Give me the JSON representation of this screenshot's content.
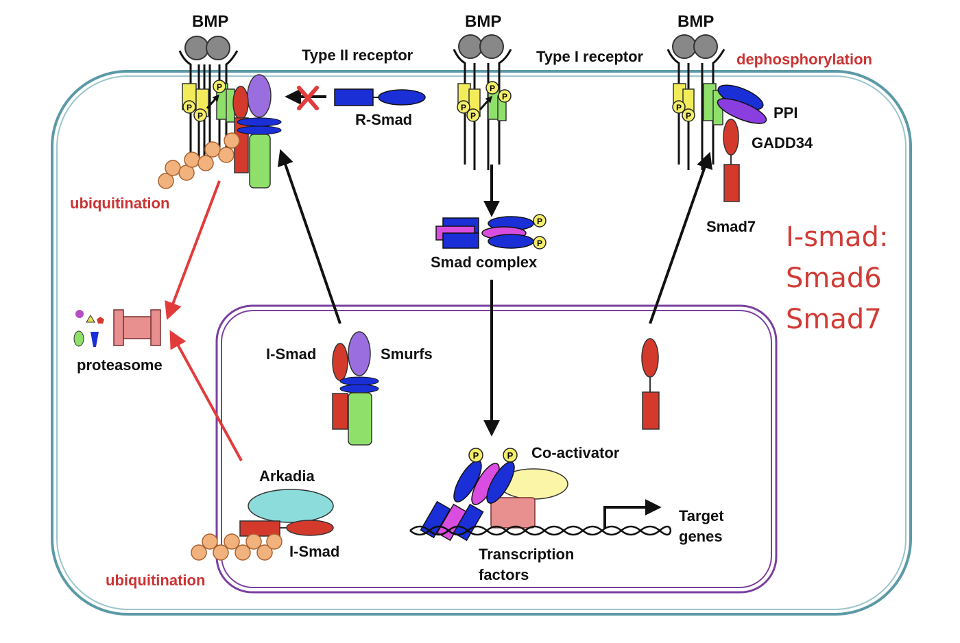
{
  "labels": {
    "bmp_left": "BMP",
    "bmp_center": "BMP",
    "bmp_right": "BMP",
    "type2_receptor": "Type II receptor",
    "type1_receptor": "Type I receptor",
    "dephosphorylation": "dephosphorylation",
    "r_smad": "R-Smad",
    "ppi": "PPI",
    "gadd34": "GADD34",
    "ubiquitination_top": "ubiquitination",
    "smad7_top": "Smad7",
    "smad_complex": "Smad complex",
    "proteasome": "proteasome",
    "i_smad_nuclear": "I-Smad",
    "smurfs": "Smurfs",
    "co_activator": "Co-activator",
    "arkadia": "Arkadia",
    "target_genes_line1": "Target",
    "target_genes_line2": "genes",
    "i_smad_bottom": "I-Smad",
    "transcription_line1": "Transcription",
    "transcription_line2": "factors",
    "ubiquitination_bottom": "ubiquitination",
    "phospho": "P"
  },
  "annotation": {
    "lines": [
      "I-smad:",
      "Smad6",
      "Smad7"
    ]
  },
  "colors": {
    "cell_membrane": "#5b9aa6",
    "nuclear_membrane": "#7a3fa0",
    "annotation_red": "#d13b35",
    "label_red": "#cc3333",
    "smad_blue": "#1a2fd6",
    "smad_magenta": "#d94ee0",
    "receptor_yellow": "#f2ec5a",
    "receptor_green": "#8fe06a",
    "smurf_purple": "#9b6ee0",
    "ismad_red": "#d43a2c",
    "ubiquitin_orange": "#f2b27e",
    "proteasome_pink": "#e89090",
    "arkadia_cyan": "#8cdcdc",
    "coactivator_yellow": "#fbf5a8"
  }
}
